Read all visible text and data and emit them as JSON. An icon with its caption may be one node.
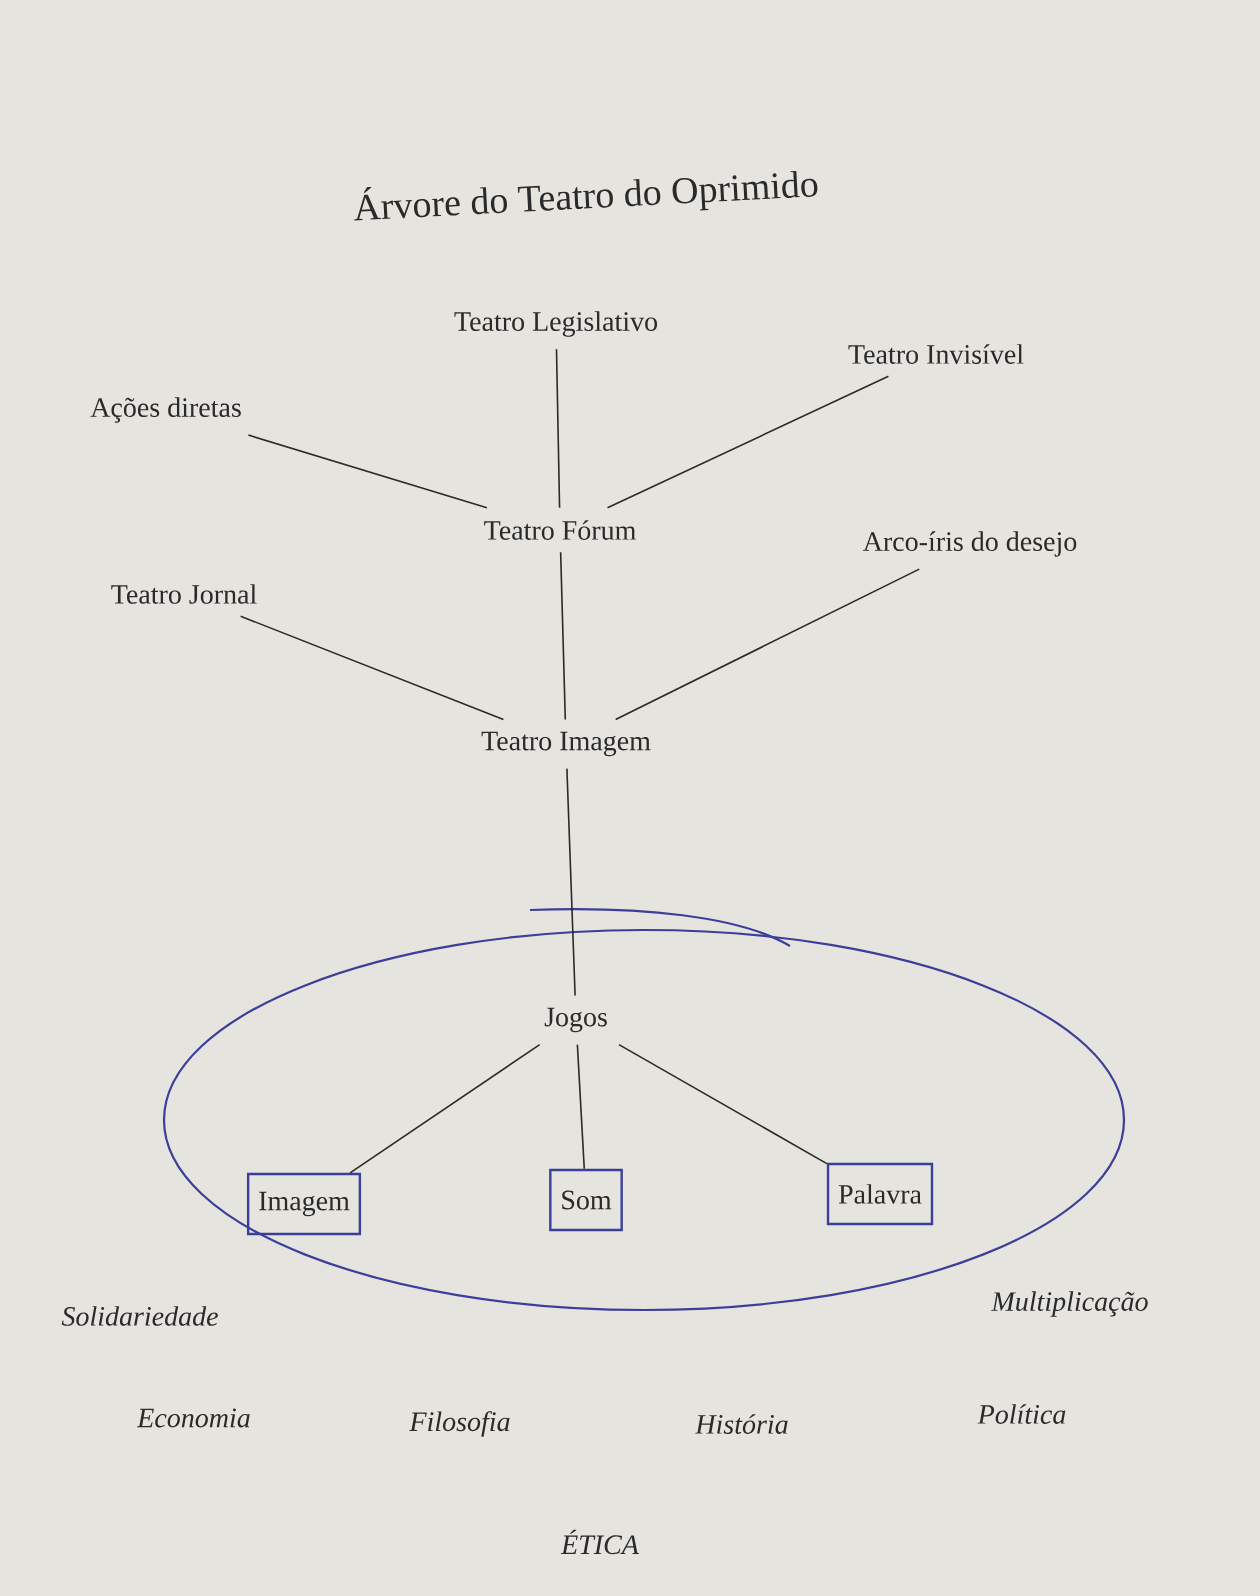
{
  "diagram": {
    "title": "Árvore do Teatro do Oprimido",
    "nodes": [
      {
        "text": [
          "Teatro Legislativo"
        ]
      },
      {
        "text": [
          "Teatro Invisível"
        ]
      },
      {
        "text": [
          "Ações diretas"
        ]
      },
      {
        "text": [
          "Teatro Fórum"
        ]
      },
      {
        "text": [
          "Arco-íris do desejo"
        ]
      },
      {
        "text": [
          "Teatro Jornal"
        ]
      },
      {
        "text": [
          "Teatro Imagem"
        ]
      },
      {
        "text": [],
        "shape": "ellipse"
      },
      {
        "text": [
          "Jogos"
        ],
        "in": 7
      },
      {
        "text": [
          "Imagem"
        ],
        "in": 7
      },
      {
        "text": [
          "Som"
        ],
        "in": 7
      },
      {
        "text": [
          "Palavra"
        ],
        "in": 7
      }
    ],
    "edges": [
      {
        "from": 0,
        "to": 3,
        "arrow": "none"
      },
      {
        "from": 2,
        "to": 3,
        "arrow": "none"
      },
      {
        "from": 1,
        "to": 3,
        "arrow": "none"
      },
      {
        "from": 3,
        "to": 6,
        "arrow": "none"
      },
      {
        "from": 5,
        "to": 6,
        "arrow": "none"
      },
      {
        "from": 4,
        "to": 6,
        "arrow": "none"
      },
      {
        "from": 6,
        "to": 8,
        "arrow": "none"
      },
      {
        "from": 8,
        "to": 9,
        "arrow": "none"
      },
      {
        "from": 8,
        "to": 10,
        "arrow": "none"
      },
      {
        "from": 8,
        "to": 11,
        "arrow": "none"
      }
    ],
    "labels": [
      "Solidariedade",
      "Multiplicação",
      "Economia",
      "Filosofia",
      "História",
      "Política",
      "ÉTICA"
    ]
  }
}
